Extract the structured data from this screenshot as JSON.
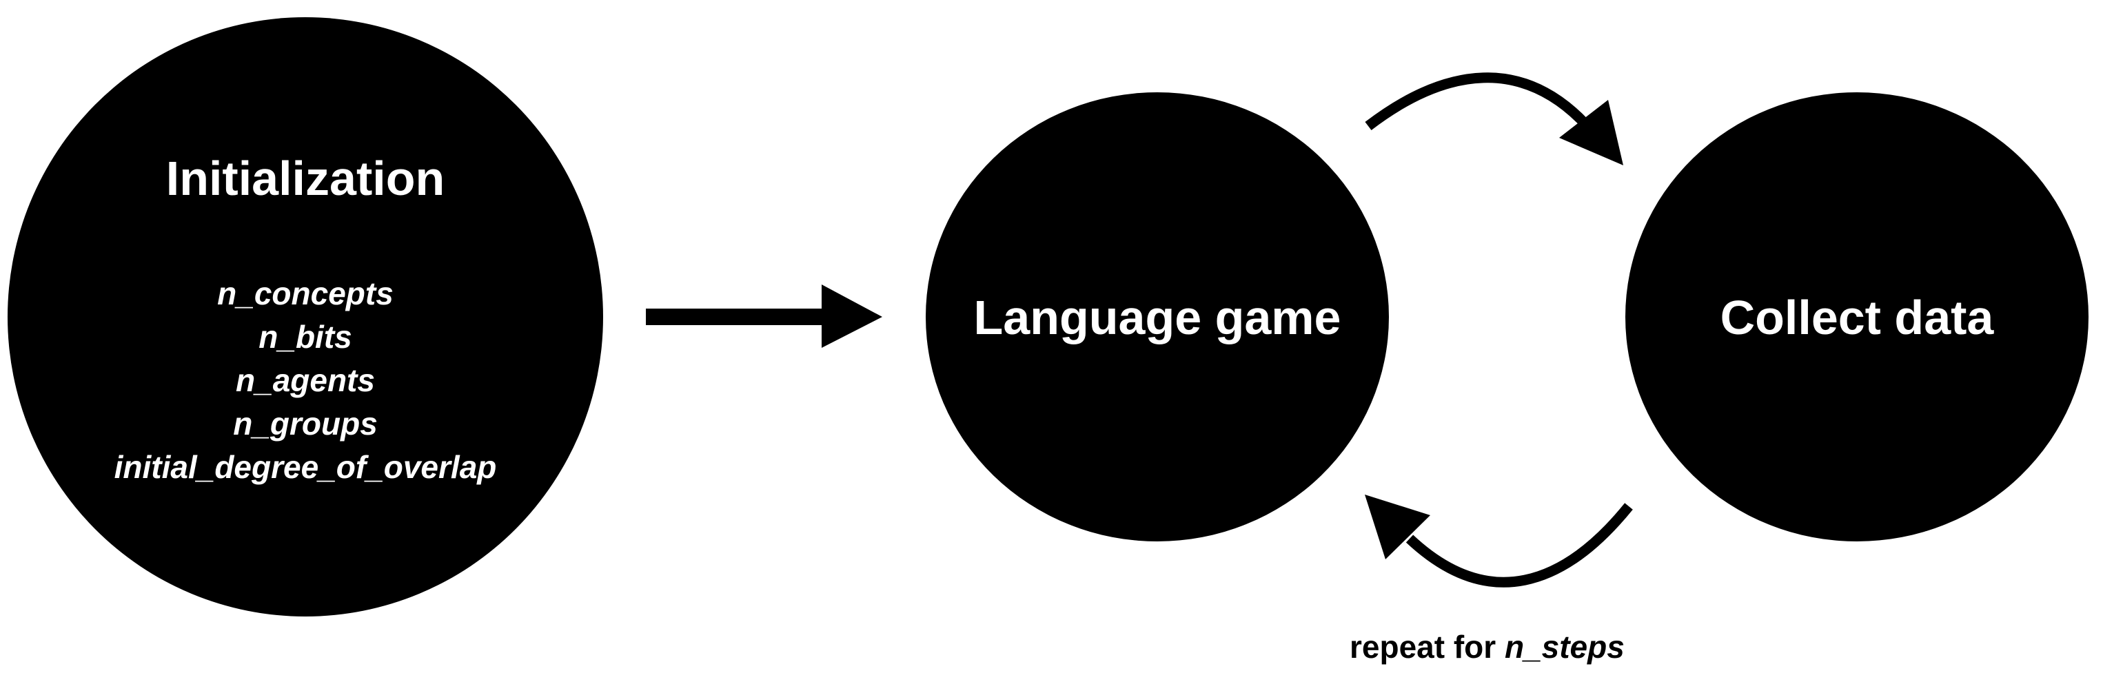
{
  "colors": {
    "node_fill": "#000000",
    "node_text": "#ffffff",
    "arrow": "#000000",
    "caption_text": "#000000",
    "background": "#ffffff"
  },
  "nodes": {
    "initialization": {
      "title": "Initialization",
      "params": [
        "n_concepts",
        "n_bits",
        "n_agents",
        "n_groups",
        "initial_degree_of_overlap"
      ]
    },
    "language_game": {
      "title": "Language game"
    },
    "collect_data": {
      "title": "Collect data"
    }
  },
  "loop_caption": {
    "prefix": "repeat for ",
    "variable": "n_steps"
  }
}
